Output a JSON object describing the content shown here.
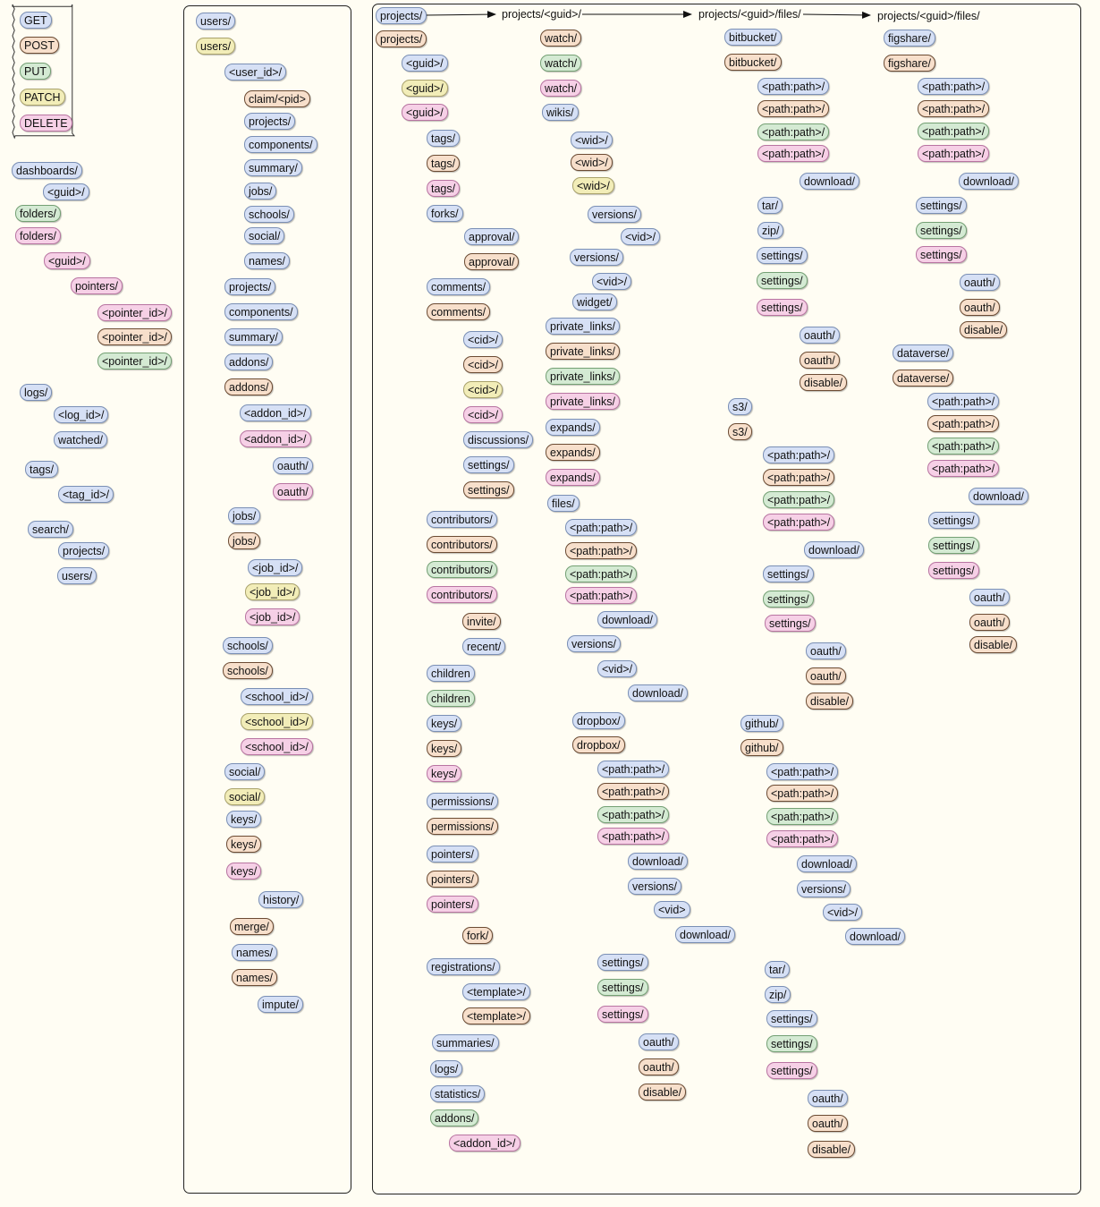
{
  "legend": [
    {
      "label": "GET",
      "method": "get"
    },
    {
      "label": "POST",
      "method": "post"
    },
    {
      "label": "PUT",
      "method": "put"
    },
    {
      "label": "PATCH",
      "method": "patch"
    },
    {
      "label": "DELETE",
      "method": "delete"
    }
  ],
  "method_colors": {
    "get": "#d6e0f5",
    "post": "#f7dfcb",
    "put": "#d4ead3",
    "patch": "#f2edb8",
    "delete": "#f6d0e6"
  },
  "column_headers": [
    {
      "text": "projects/<guid>/"
    },
    {
      "text": "projects/<guid>/files/"
    },
    {
      "text": "projects/<guid>/files/"
    }
  ],
  "nodes": [
    {
      "label": "dashboards/",
      "m": "get",
      "col": "left"
    },
    {
      "label": "<guid>/",
      "m": "get",
      "col": "left"
    },
    {
      "label": "folders/",
      "m": "put",
      "col": "left"
    },
    {
      "label": "folders/",
      "m": "delete",
      "col": "left"
    },
    {
      "label": "<guid>/",
      "m": "delete",
      "col": "left"
    },
    {
      "label": "pointers/",
      "m": "delete",
      "col": "left"
    },
    {
      "label": "<pointer_id>/",
      "m": "delete",
      "col": "left"
    },
    {
      "label": "<pointer_id>/",
      "m": "post",
      "col": "left"
    },
    {
      "label": "<pointer_id>/",
      "m": "put",
      "col": "left"
    },
    {
      "label": "logs/",
      "m": "get",
      "col": "left"
    },
    {
      "label": "<log_id>/",
      "m": "get",
      "col": "left"
    },
    {
      "label": "watched/",
      "m": "get",
      "col": "left"
    },
    {
      "label": "tags/",
      "m": "get",
      "col": "left"
    },
    {
      "label": "<tag_id>/",
      "m": "get",
      "col": "left"
    },
    {
      "label": "search/",
      "m": "get",
      "col": "left"
    },
    {
      "label": "projects/",
      "m": "get",
      "col": "left"
    },
    {
      "label": "users/",
      "m": "get",
      "col": "left"
    },
    {
      "label": "users/",
      "m": "get",
      "col": "users"
    },
    {
      "label": "users/",
      "m": "patch",
      "col": "users"
    },
    {
      "label": "<user_id>/",
      "m": "get",
      "col": "users"
    },
    {
      "label": "claim/<pid>",
      "m": "post",
      "col": "users"
    },
    {
      "label": "projects/",
      "m": "get",
      "col": "users"
    },
    {
      "label": "components/",
      "m": "get",
      "col": "users"
    },
    {
      "label": "summary/",
      "m": "get",
      "col": "users"
    },
    {
      "label": "jobs/",
      "m": "get",
      "col": "users"
    },
    {
      "label": "schools/",
      "m": "get",
      "col": "users"
    },
    {
      "label": "social/",
      "m": "get",
      "col": "users"
    },
    {
      "label": "names/",
      "m": "get",
      "col": "users"
    },
    {
      "label": "projects/",
      "m": "get",
      "col": "users"
    },
    {
      "label": "components/",
      "m": "get",
      "col": "users"
    },
    {
      "label": "summary/",
      "m": "get",
      "col": "users"
    },
    {
      "label": "addons/",
      "m": "get",
      "col": "users"
    },
    {
      "label": "addons/",
      "m": "post",
      "col": "users"
    },
    {
      "label": "<addon_id>/",
      "m": "get",
      "col": "users"
    },
    {
      "label": "<addon_id>/",
      "m": "delete",
      "col": "users"
    },
    {
      "label": "oauth/",
      "m": "get",
      "col": "users"
    },
    {
      "label": "oauth/",
      "m": "delete",
      "col": "users"
    },
    {
      "label": "jobs/",
      "m": "get",
      "col": "users"
    },
    {
      "label": "jobs/",
      "m": "post",
      "col": "users"
    },
    {
      "label": "<job_id>/",
      "m": "get",
      "col": "users"
    },
    {
      "label": "<job_id>/",
      "m": "patch",
      "col": "users"
    },
    {
      "label": "<job_id>/",
      "m": "delete",
      "col": "users"
    },
    {
      "label": "schools/",
      "m": "get",
      "col": "users"
    },
    {
      "label": "schools/",
      "m": "post",
      "col": "users"
    },
    {
      "label": "<school_id>/",
      "m": "get",
      "col": "users"
    },
    {
      "label": "<school_id>/",
      "m": "patch",
      "col": "users"
    },
    {
      "label": "<school_id>/",
      "m": "delete",
      "col": "users"
    },
    {
      "label": "social/",
      "m": "get",
      "col": "users"
    },
    {
      "label": "social/",
      "m": "patch",
      "col": "users"
    },
    {
      "label": "keys/",
      "m": "get",
      "col": "users"
    },
    {
      "label": "keys/",
      "m": "post",
      "col": "users"
    },
    {
      "label": "keys/",
      "m": "delete",
      "col": "users"
    },
    {
      "label": "history/",
      "m": "get",
      "col": "users"
    },
    {
      "label": "merge/",
      "m": "post",
      "col": "users"
    },
    {
      "label": "names/",
      "m": "get",
      "col": "users"
    },
    {
      "label": "names/",
      "m": "post",
      "col": "users"
    },
    {
      "label": "impute/",
      "m": "get",
      "col": "users"
    },
    {
      "label": "projects/",
      "m": "get",
      "col": "p1"
    },
    {
      "label": "projects/",
      "m": "post",
      "col": "p1"
    },
    {
      "label": "<guid>/",
      "m": "get",
      "col": "p1"
    },
    {
      "label": "<guid>/",
      "m": "patch",
      "col": "p1"
    },
    {
      "label": "<guid>/",
      "m": "delete",
      "col": "p1"
    },
    {
      "label": "tags/",
      "m": "get",
      "col": "p1"
    },
    {
      "label": "tags/",
      "m": "post",
      "col": "p1"
    },
    {
      "label": "tags/",
      "m": "delete",
      "col": "p1"
    },
    {
      "label": "forks/",
      "m": "get",
      "col": "p1"
    },
    {
      "label": "approval/",
      "m": "get",
      "col": "p1"
    },
    {
      "label": "approval/",
      "m": "post",
      "col": "p1"
    },
    {
      "label": "comments/",
      "m": "get",
      "col": "p1"
    },
    {
      "label": "comments/",
      "m": "post",
      "col": "p1"
    },
    {
      "label": "<cid>/",
      "m": "get",
      "col": "p1"
    },
    {
      "label": "<cid>/",
      "m": "post",
      "col": "p1"
    },
    {
      "label": "<cid>/",
      "m": "patch",
      "col": "p1"
    },
    {
      "label": "<cid>/",
      "m": "delete",
      "col": "p1"
    },
    {
      "label": "discussions/",
      "m": "get",
      "col": "p1"
    },
    {
      "label": "settings/",
      "m": "get",
      "col": "p1"
    },
    {
      "label": "settings/",
      "m": "post",
      "col": "p1"
    },
    {
      "label": "contributors/",
      "m": "get",
      "col": "p1"
    },
    {
      "label": "contributors/",
      "m": "post",
      "col": "p1"
    },
    {
      "label": "contributors/",
      "m": "put",
      "col": "p1"
    },
    {
      "label": "contributors/",
      "m": "delete",
      "col": "p1"
    },
    {
      "label": "invite/",
      "m": "post",
      "col": "p1"
    },
    {
      "label": "recent/",
      "m": "get",
      "col": "p1"
    },
    {
      "label": "children",
      "m": "get",
      "col": "p1"
    },
    {
      "label": "children",
      "m": "put",
      "col": "p1"
    },
    {
      "label": "keys/",
      "m": "get",
      "col": "p1"
    },
    {
      "label": "keys/",
      "m": "post",
      "col": "p1"
    },
    {
      "label": "keys/",
      "m": "delete",
      "col": "p1"
    },
    {
      "label": "permissions/",
      "m": "get",
      "col": "p1"
    },
    {
      "label": "permissions/",
      "m": "post",
      "col": "p1"
    },
    {
      "label": "pointers/",
      "m": "get",
      "col": "p1"
    },
    {
      "label": "pointers/",
      "m": "post",
      "col": "p1"
    },
    {
      "label": "pointers/",
      "m": "delete",
      "col": "p1"
    },
    {
      "label": "fork/",
      "m": "post",
      "col": "p1"
    },
    {
      "label": "registrations/",
      "m": "get",
      "col": "p1"
    },
    {
      "label": "<template>/",
      "m": "get",
      "col": "p1"
    },
    {
      "label": "<template>/",
      "m": "post",
      "col": "p1"
    },
    {
      "label": "summaries/",
      "m": "get",
      "col": "p1"
    },
    {
      "label": "logs/",
      "m": "get",
      "col": "p1"
    },
    {
      "label": "statistics/",
      "m": "get",
      "col": "p1"
    },
    {
      "label": "addons/",
      "m": "put",
      "col": "p1"
    },
    {
      "label": "<addon_id>/",
      "m": "delete",
      "col": "p1"
    },
    {
      "label": "watch/",
      "m": "post",
      "col": "p2"
    },
    {
      "label": "watch/",
      "m": "put",
      "col": "p2"
    },
    {
      "label": "watch/",
      "m": "delete",
      "col": "p2"
    },
    {
      "label": "wikis/",
      "m": "get",
      "col": "p2"
    },
    {
      "label": "<wid>/",
      "m": "get",
      "col": "p2"
    },
    {
      "label": "<wid>/",
      "m": "post",
      "col": "p2"
    },
    {
      "label": "<wid>/",
      "m": "patch",
      "col": "p2"
    },
    {
      "label": "versions/",
      "m": "get",
      "col": "p2"
    },
    {
      "label": "<vid>/",
      "m": "get",
      "col": "p2"
    },
    {
      "label": "versions/",
      "m": "get",
      "col": "p2"
    },
    {
      "label": "<vid>/",
      "m": "get",
      "col": "p2"
    },
    {
      "label": "widget/",
      "m": "get",
      "col": "p2"
    },
    {
      "label": "private_links/",
      "m": "get",
      "col": "p2"
    },
    {
      "label": "private_links/",
      "m": "post",
      "col": "p2"
    },
    {
      "label": "private_links/",
      "m": "put",
      "col": "p2"
    },
    {
      "label": "private_links/",
      "m": "delete",
      "col": "p2"
    },
    {
      "label": "expands/",
      "m": "get",
      "col": "p2"
    },
    {
      "label": "expands/",
      "m": "post",
      "col": "p2"
    },
    {
      "label": "expands/",
      "m": "delete",
      "col": "p2"
    },
    {
      "label": "files/",
      "m": "get",
      "col": "p2"
    },
    {
      "label": "<path:path>/",
      "m": "get",
      "col": "p2"
    },
    {
      "label": "<path:path>/",
      "m": "post",
      "col": "p2"
    },
    {
      "label": "<path:path>/",
      "m": "put",
      "col": "p2"
    },
    {
      "label": "<path:path>/",
      "m": "delete",
      "col": "p2"
    },
    {
      "label": "download/",
      "m": "get",
      "col": "p2"
    },
    {
      "label": "versions/",
      "m": "get",
      "col": "p2"
    },
    {
      "label": "<vid>/",
      "m": "get",
      "col": "p2"
    },
    {
      "label": "download/",
      "m": "get",
      "col": "p2"
    },
    {
      "label": "dropbox/",
      "m": "get",
      "col": "p2"
    },
    {
      "label": "dropbox/",
      "m": "post",
      "col": "p2"
    },
    {
      "label": "<path:path>/",
      "m": "get",
      "col": "p2"
    },
    {
      "label": "<path:path>/",
      "m": "post",
      "col": "p2"
    },
    {
      "label": "<path:path>/",
      "m": "put",
      "col": "p2"
    },
    {
      "label": "<path:path>/",
      "m": "delete",
      "col": "p2"
    },
    {
      "label": "download/",
      "m": "get",
      "col": "p2"
    },
    {
      "label": "versions/",
      "m": "get",
      "col": "p2"
    },
    {
      "label": "<vid>",
      "m": "get",
      "col": "p2"
    },
    {
      "label": "download/",
      "m": "get",
      "col": "p2"
    },
    {
      "label": "settings/",
      "m": "get",
      "col": "p2"
    },
    {
      "label": "settings/",
      "m": "put",
      "col": "p2"
    },
    {
      "label": "settings/",
      "m": "delete",
      "col": "p2"
    },
    {
      "label": "oauth/",
      "m": "get",
      "col": "p2"
    },
    {
      "label": "oauth/",
      "m": "post",
      "col": "p2"
    },
    {
      "label": "disable/",
      "m": "post",
      "col": "p2"
    },
    {
      "label": "bitbucket/",
      "m": "get",
      "col": "p3"
    },
    {
      "label": "bitbucket/",
      "m": "post",
      "col": "p3"
    },
    {
      "label": "<path:path>/",
      "m": "get",
      "col": "p3"
    },
    {
      "label": "<path:path>/",
      "m": "post",
      "col": "p3"
    },
    {
      "label": "<path:path>/",
      "m": "put",
      "col": "p3"
    },
    {
      "label": "<path:path>/",
      "m": "delete",
      "col": "p3"
    },
    {
      "label": "download/",
      "m": "get",
      "col": "p3"
    },
    {
      "label": "tar/",
      "m": "get",
      "col": "p3"
    },
    {
      "label": "zip/",
      "m": "get",
      "col": "p3"
    },
    {
      "label": "settings/",
      "m": "get",
      "col": "p3"
    },
    {
      "label": "settings/",
      "m": "put",
      "col": "p3"
    },
    {
      "label": "settings/",
      "m": "delete",
      "col": "p3"
    },
    {
      "label": "oauth/",
      "m": "get",
      "col": "p3"
    },
    {
      "label": "oauth/",
      "m": "post",
      "col": "p3"
    },
    {
      "label": "disable/",
      "m": "post",
      "col": "p3"
    },
    {
      "label": "s3/",
      "m": "get",
      "col": "p3"
    },
    {
      "label": "s3/",
      "m": "post",
      "col": "p3"
    },
    {
      "label": "<path:path>/",
      "m": "get",
      "col": "p3"
    },
    {
      "label": "<path:path>/",
      "m": "post",
      "col": "p3"
    },
    {
      "label": "<path:path>/",
      "m": "put",
      "col": "p3"
    },
    {
      "label": "<path:path>/",
      "m": "delete",
      "col": "p3"
    },
    {
      "label": "download/",
      "m": "get",
      "col": "p3"
    },
    {
      "label": "settings/",
      "m": "get",
      "col": "p3"
    },
    {
      "label": "settings/",
      "m": "put",
      "col": "p3"
    },
    {
      "label": "settings/",
      "m": "delete",
      "col": "p3"
    },
    {
      "label": "oauth/",
      "m": "get",
      "col": "p3"
    },
    {
      "label": "oauth/",
      "m": "post",
      "col": "p3"
    },
    {
      "label": "disable/",
      "m": "post",
      "col": "p3"
    },
    {
      "label": "github/",
      "m": "get",
      "col": "p3"
    },
    {
      "label": "github/",
      "m": "post",
      "col": "p3"
    },
    {
      "label": "<path:path>/",
      "m": "get",
      "col": "p3"
    },
    {
      "label": "<path:path>/",
      "m": "post",
      "col": "p3"
    },
    {
      "label": "<path:path>/",
      "m": "put",
      "col": "p3"
    },
    {
      "label": "<path:path>/",
      "m": "delete",
      "col": "p3"
    },
    {
      "label": "download/",
      "m": "get",
      "col": "p3"
    },
    {
      "label": "versions/",
      "m": "get",
      "col": "p3"
    },
    {
      "label": "<vid>/",
      "m": "get",
      "col": "p3"
    },
    {
      "label": "download/",
      "m": "get",
      "col": "p3"
    },
    {
      "label": "tar/",
      "m": "get",
      "col": "p3"
    },
    {
      "label": "zip/",
      "m": "get",
      "col": "p3"
    },
    {
      "label": "settings/",
      "m": "get",
      "col": "p3"
    },
    {
      "label": "settings/",
      "m": "put",
      "col": "p3"
    },
    {
      "label": "settings/",
      "m": "delete",
      "col": "p3"
    },
    {
      "label": "oauth/",
      "m": "get",
      "col": "p3"
    },
    {
      "label": "oauth/",
      "m": "post",
      "col": "p3"
    },
    {
      "label": "disable/",
      "m": "post",
      "col": "p3"
    },
    {
      "label": "figshare/",
      "m": "get",
      "col": "p4"
    },
    {
      "label": "figshare/",
      "m": "post",
      "col": "p4"
    },
    {
      "label": "<path:path>/",
      "m": "get",
      "col": "p4"
    },
    {
      "label": "<path:path>/",
      "m": "post",
      "col": "p4"
    },
    {
      "label": "<path:path>/",
      "m": "put",
      "col": "p4"
    },
    {
      "label": "<path:path>/",
      "m": "delete",
      "col": "p4"
    },
    {
      "label": "download/",
      "m": "get",
      "col": "p4"
    },
    {
      "label": "settings/",
      "m": "get",
      "col": "p4"
    },
    {
      "label": "settings/",
      "m": "put",
      "col": "p4"
    },
    {
      "label": "settings/",
      "m": "delete",
      "col": "p4"
    },
    {
      "label": "oauth/",
      "m": "get",
      "col": "p4"
    },
    {
      "label": "oauth/",
      "m": "post",
      "col": "p4"
    },
    {
      "label": "disable/",
      "m": "post",
      "col": "p4"
    },
    {
      "label": "dataverse/",
      "m": "get",
      "col": "p4"
    },
    {
      "label": "dataverse/",
      "m": "post",
      "col": "p4"
    },
    {
      "label": "<path:path>/",
      "m": "get",
      "col": "p4"
    },
    {
      "label": "<path:path>/",
      "m": "post",
      "col": "p4"
    },
    {
      "label": "<path:path>/",
      "m": "put",
      "col": "p4"
    },
    {
      "label": "<path:path>/",
      "m": "delete",
      "col": "p4"
    },
    {
      "label": "download/",
      "m": "get",
      "col": "p4"
    },
    {
      "label": "settings/",
      "m": "get",
      "col": "p4"
    },
    {
      "label": "settings/",
      "m": "put",
      "col": "p4"
    },
    {
      "label": "settings/",
      "m": "delete",
      "col": "p4"
    },
    {
      "label": "oauth/",
      "m": "get",
      "col": "p4"
    },
    {
      "label": "oauth/",
      "m": "post",
      "col": "p4"
    },
    {
      "label": "disable/",
      "m": "post",
      "col": "p4"
    }
  ]
}
